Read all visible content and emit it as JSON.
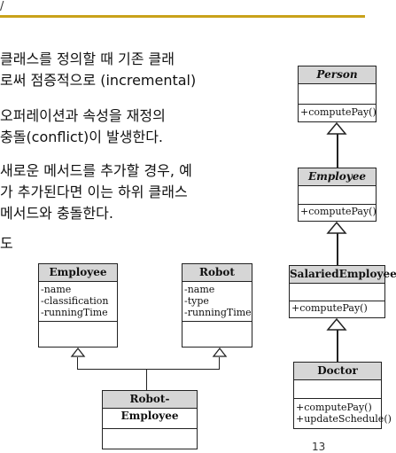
{
  "header": {
    "chevron": "/"
  },
  "body_text": [
    "클래스를 정의할 때 기존 클래",
    "로써 점증적으로 (incremental)",
    "오퍼레이션과 속성을 재정의",
    " 충돌(conflict)이 발생한다.",
    "새로운 메서드를 추가할 경우, 예",
    "가 추가된다면 이는 하위 클래스",
    "메서드와 충돌한다.",
    "도"
  ],
  "uml_right": {
    "person": {
      "name": "Person",
      "methods": [
        "+computePay()"
      ]
    },
    "employee": {
      "name": "Employee",
      "methods": [
        "+computePay()"
      ]
    },
    "salaried": {
      "name": "SalariedEmployee",
      "methods": [
        "+computePay()"
      ]
    },
    "doctor": {
      "name": "Doctor",
      "methods": [
        "+computePay()",
        "+updateSchedule()"
      ]
    }
  },
  "uml_left": {
    "employee": {
      "name": "Employee",
      "attrs": [
        "-name",
        "-classification",
        "-runningTime"
      ]
    },
    "robot": {
      "name": "Robot",
      "attrs": [
        "-name",
        "-type",
        "-runningTime"
      ]
    },
    "robot_employee": {
      "name": "Robot-Employee"
    }
  },
  "page_number": "13",
  "colors": {
    "accent_rule": "#c9a21a",
    "header_fill": "#d6d6d6"
  }
}
